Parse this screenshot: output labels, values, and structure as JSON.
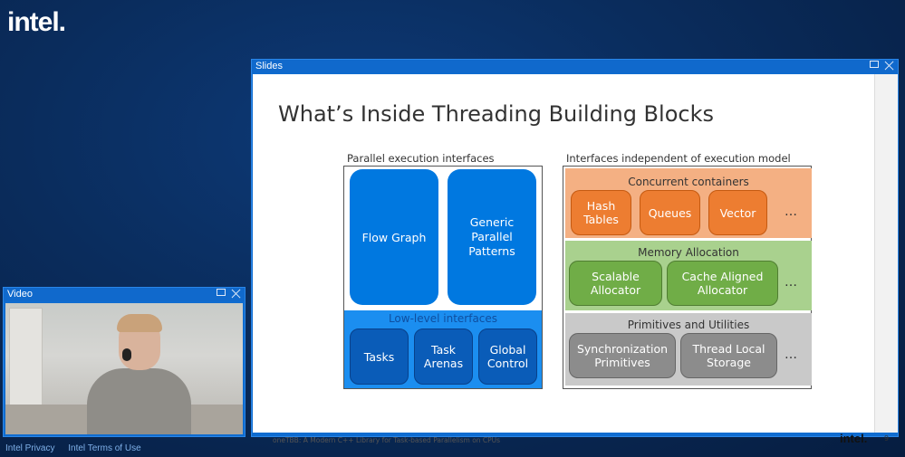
{
  "brand": {
    "logo": "intel."
  },
  "footer_links": [
    "Intel Privacy",
    "Intel Terms of Use"
  ],
  "slides_window": {
    "title": "Slides",
    "slide": {
      "title": "What’s Inside Threading Building Blocks",
      "left_section": {
        "label": "Parallel execution interfaces",
        "big_boxes": [
          "Flow Graph",
          "Generic Parallel Patterns"
        ],
        "low_level_label": "Low-level interfaces",
        "small_boxes": [
          "Tasks",
          "Task Arenas",
          "Global Control"
        ]
      },
      "right_section": {
        "label": "Interfaces independent of execution model",
        "bands": [
          {
            "label": "Concurrent containers",
            "items": [
              "Hash Tables",
              "Queues",
              "Vector"
            ],
            "more": "…",
            "color": "#f4b083",
            "item_color": "#ed7d31"
          },
          {
            "label": "Memory Allocation",
            "items": [
              "Scalable Allocator",
              "Cache Aligned Allocator"
            ],
            "more": "…",
            "color": "#a9d18e",
            "item_color": "#70ad47"
          },
          {
            "label": "Primitives and Utilities",
            "items": [
              "Synchronization Primitives",
              "Thread Local Storage"
            ],
            "more": "…",
            "color": "#c9c9c9",
            "item_color": "#8c8c8c"
          }
        ]
      },
      "footer": "oneTBB: A Modern C++ Library for Task-based Parallelism on CPUs",
      "logo": "intel.",
      "page_number": "9"
    }
  },
  "video_window": {
    "title": "Video"
  },
  "colors": {
    "accent": "#0f6cd0",
    "background": "#0a2c5c"
  }
}
